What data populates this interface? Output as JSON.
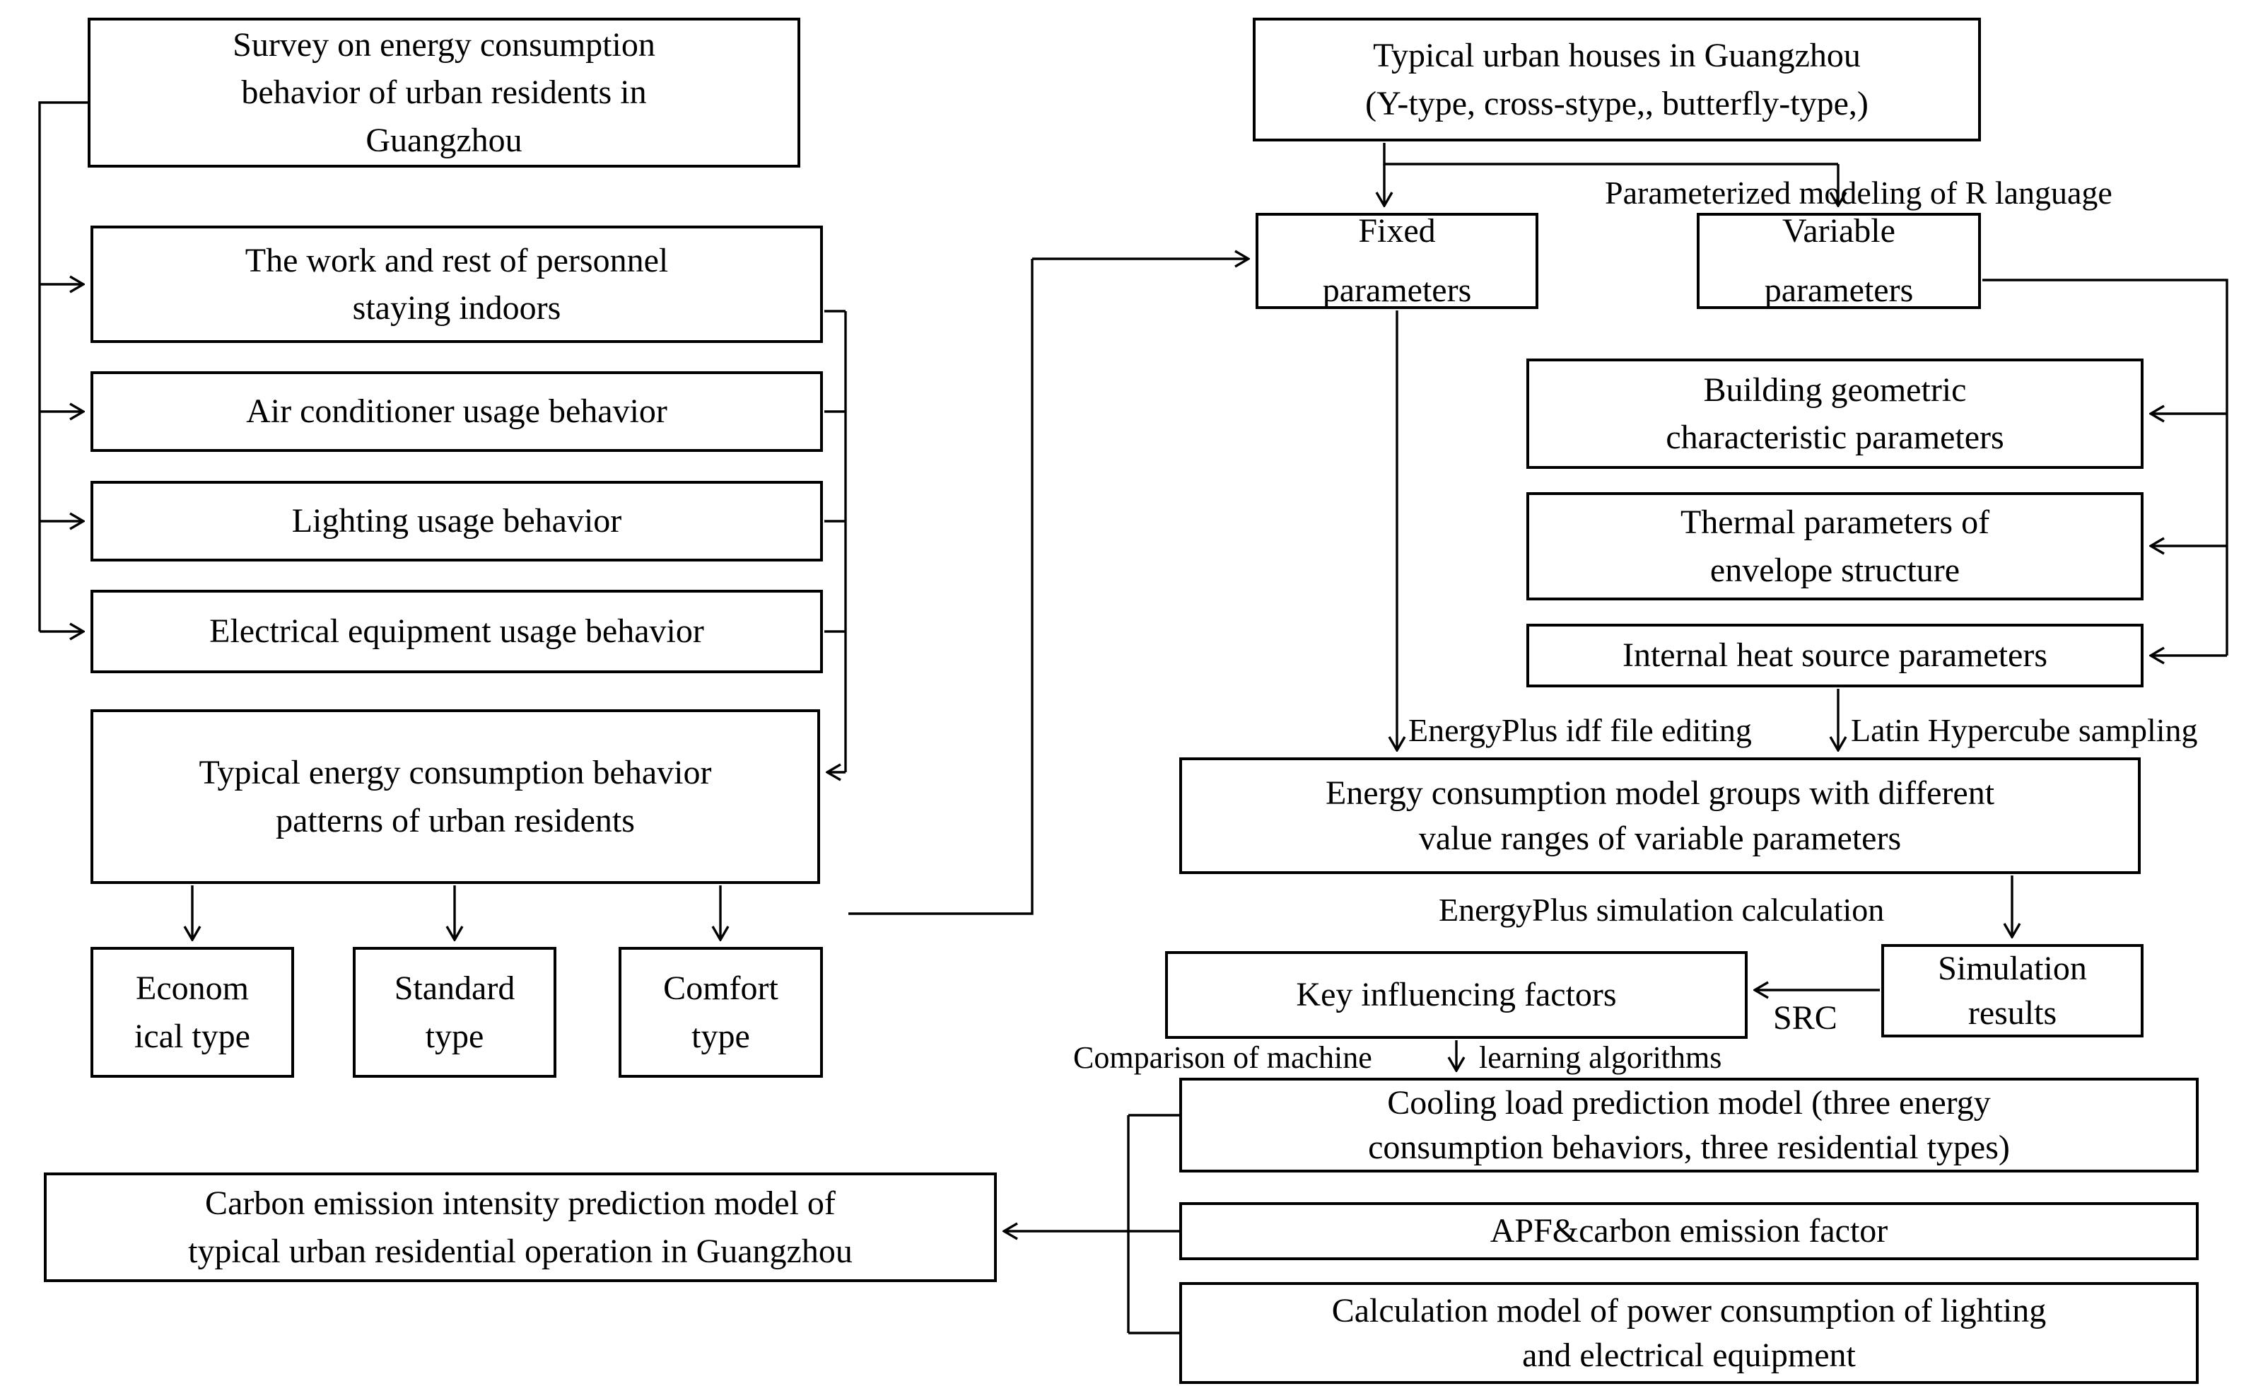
{
  "page": {
    "background": "#ffffff",
    "ink": "#000000"
  },
  "nodes": {
    "survey": {
      "text": "Survey on energy consumption\nbehavior of urban residents in\nGuangzhou"
    },
    "work_rest": {
      "text": "The work and rest of personnel\nstaying indoors"
    },
    "air_conditioner": {
      "text": "Air conditioner usage behavior"
    },
    "lighting": {
      "text": "Lighting usage behavior"
    },
    "electrical": {
      "text": "Electrical equipment usage behavior"
    },
    "typical_patterns": {
      "text": "Typical energy consumption behavior\npatterns of urban residents"
    },
    "economical_type": {
      "text": "Econom\nical type"
    },
    "standard_type": {
      "text": "Standard\ntype"
    },
    "comfort_type": {
      "text": "Comfort\ntype"
    },
    "carbon_model": {
      "text": "Carbon emission intensity prediction model of\ntypical urban residential operation in Guangzhou"
    },
    "typical_houses": {
      "text": "Typical urban houses in Guangzhou\n(Y-type, cross-stype,, butterfly-type,)"
    },
    "fixed_parameters": {
      "text": "Fixed\nparameters"
    },
    "variable_parameters": {
      "text": "Variable\nparameters"
    },
    "building_geometric": {
      "text": "Building geometric\ncharacteristic parameters"
    },
    "thermal_envelope": {
      "text": "Thermal parameters of\nenvelope structure"
    },
    "internal_heat": {
      "text": "Internal heat source parameters"
    },
    "model_groups": {
      "text": "Energy consumption model groups with different\nvalue ranges of variable parameters"
    },
    "key_factors": {
      "text": "Key influencing factors"
    },
    "simulation_results": {
      "text": "Simulation\nresults"
    },
    "cooling_load": {
      "text": "Cooling load prediction model (three energy\nconsumption behaviors, three residential types)"
    },
    "apf_factor": {
      "text": "APF&carbon emission factor"
    },
    "calc_power": {
      "text": "Calculation model of power consumption of lighting\nand electrical equipment"
    }
  },
  "labels": {
    "r_language": "Parameterized modeling of R language",
    "idf_editing": "EnergyPlus idf file editing",
    "latin_sampling": "Latin Hypercube sampling",
    "simulation_calc": "EnergyPlus simulation calculation",
    "src": "SRC",
    "comparison_left": "Comparison of machine",
    "comparison_right": "learning algorithms"
  }
}
